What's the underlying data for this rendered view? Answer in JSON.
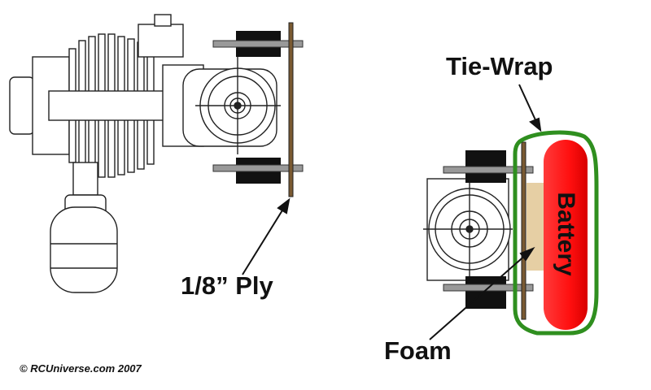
{
  "labels": {
    "ply": "1/8” Ply",
    "tie_wrap": "Tie-Wrap",
    "foam": "Foam",
    "battery": "Battery"
  },
  "copyright": "© RCUniverse.com 2007",
  "colors": {
    "battery": "#ff0f0f",
    "tie_wrap": "#2f8f1f",
    "foam": "#e6cfa4",
    "ply": "#7a5a32",
    "mount": "#111111"
  }
}
